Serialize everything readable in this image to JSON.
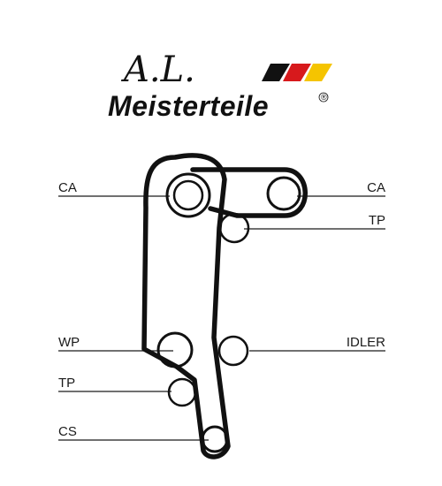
{
  "brand": {
    "signature": "A.L.",
    "wordmark": "Meisterteile",
    "registered_mark": "®",
    "flag_colors": [
      "#111111",
      "#d7191c",
      "#f5c400"
    ]
  },
  "diagram": {
    "labels": {
      "top_left": "CA",
      "top_right": "CA",
      "right_upper": "TP",
      "left_mid": "WP",
      "right_mid": "IDLER",
      "left_lower": "TP",
      "bottom_left": "CS"
    },
    "belt_color": "#111111",
    "line_color": "#1a1a1a"
  }
}
